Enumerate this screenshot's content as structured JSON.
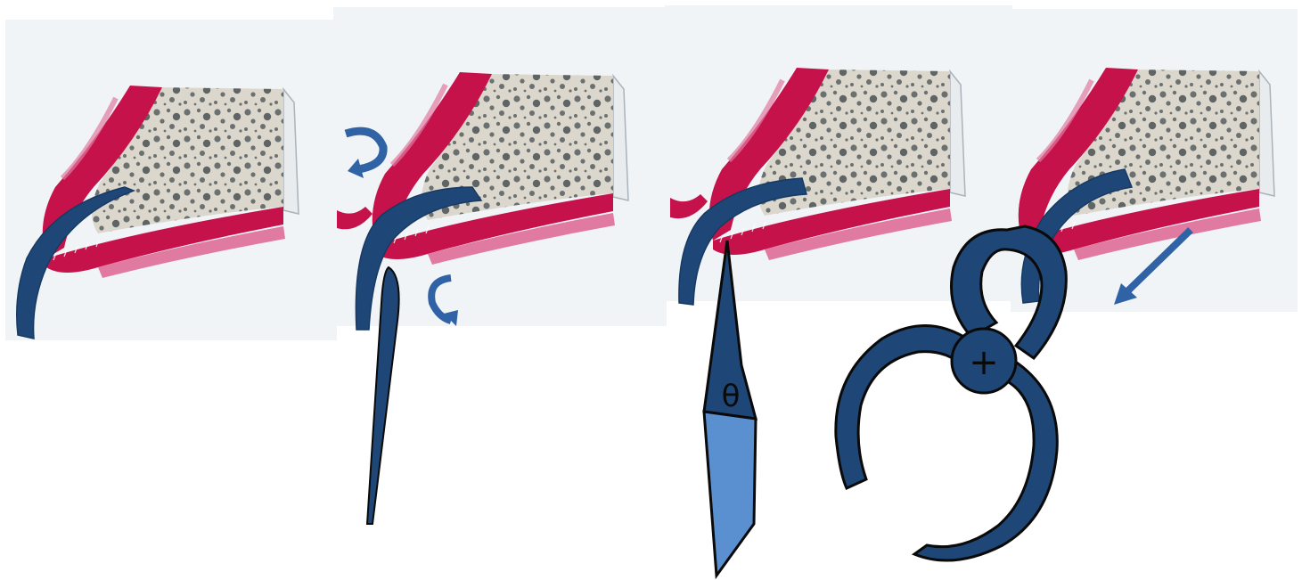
{
  "figure": {
    "type": "dental-procedure-sequence",
    "panel_count": 4,
    "colors": {
      "background": "#ffffff",
      "panel_background": "#f1f4f7",
      "mucosa": "#c6124a",
      "mucosa_light": "#e07aa0",
      "bone": "#dcd7cd",
      "bone_pores": "#6b7070",
      "instrument": "#1e4676",
      "instrument_light": "#5a8fd0",
      "outline": "#0a0a0a",
      "arrow": "#2f63a6"
    },
    "icons": {
      "flap": "curved-flap-icon",
      "rotation_arrows": "curved-arrow-icon",
      "elevator": "periosteal-elevator-icon",
      "scalpel": "scalpel-icon",
      "forceps": "forceps-icon",
      "direction_arrow": "straight-arrow-icon"
    },
    "symbols": {
      "scalpel_mark": "θ",
      "forceps_pivot": "+"
    }
  }
}
